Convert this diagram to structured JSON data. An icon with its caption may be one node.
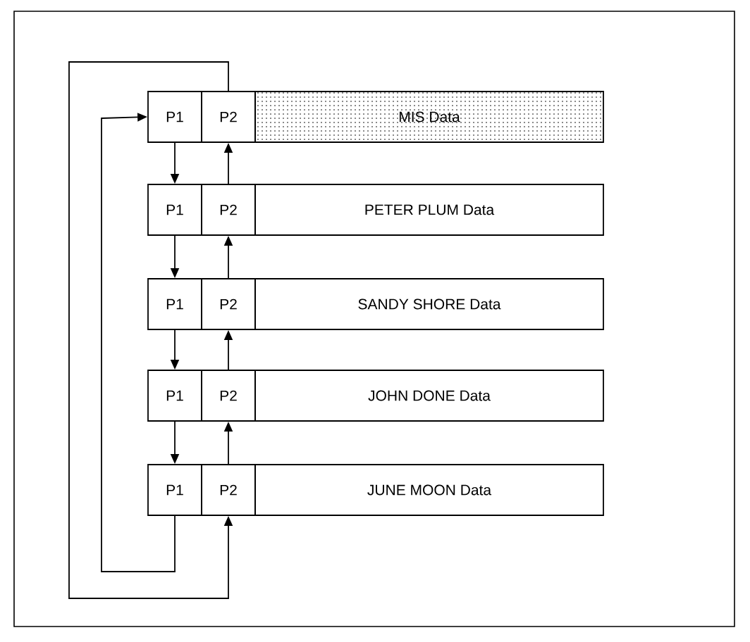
{
  "diagram": {
    "nodes": [
      {
        "text": [
          "P1"
        ]
      },
      {
        "text": [
          "P2"
        ]
      },
      {
        "text": [
          "MIS Data"
        ]
      },
      {
        "text": [
          "P1"
        ]
      },
      {
        "text": [
          "P2"
        ]
      },
      {
        "text": [
          "PETER PLUM Data"
        ]
      },
      {
        "text": [
          "P1"
        ]
      },
      {
        "text": [
          "P2"
        ]
      },
      {
        "text": [
          "SANDY SHORE Data"
        ]
      },
      {
        "text": [
          "P1"
        ]
      },
      {
        "text": [
          "P2"
        ]
      },
      {
        "text": [
          "JOHN DONE Data"
        ]
      },
      {
        "text": [
          "P1"
        ]
      },
      {
        "text": [
          "P2"
        ]
      },
      {
        "text": [
          "JUNE MOON Data"
        ]
      }
    ],
    "edges": [
      {
        "from": 0,
        "to": 3,
        "arrow": "to"
      },
      {
        "from": 3,
        "to": 6,
        "arrow": "to"
      },
      {
        "from": 6,
        "to": 9,
        "arrow": "to"
      },
      {
        "from": 9,
        "to": 12,
        "arrow": "to"
      },
      {
        "from": 4,
        "to": 1,
        "arrow": "to"
      },
      {
        "from": 7,
        "to": 4,
        "arrow": "to"
      },
      {
        "from": 10,
        "to": 7,
        "arrow": "to"
      },
      {
        "from": 13,
        "to": 10,
        "arrow": "to"
      },
      {
        "from": 12,
        "to": 0,
        "arrow": "to"
      },
      {
        "from": 1,
        "to": 13,
        "arrow": "to"
      }
    ]
  }
}
